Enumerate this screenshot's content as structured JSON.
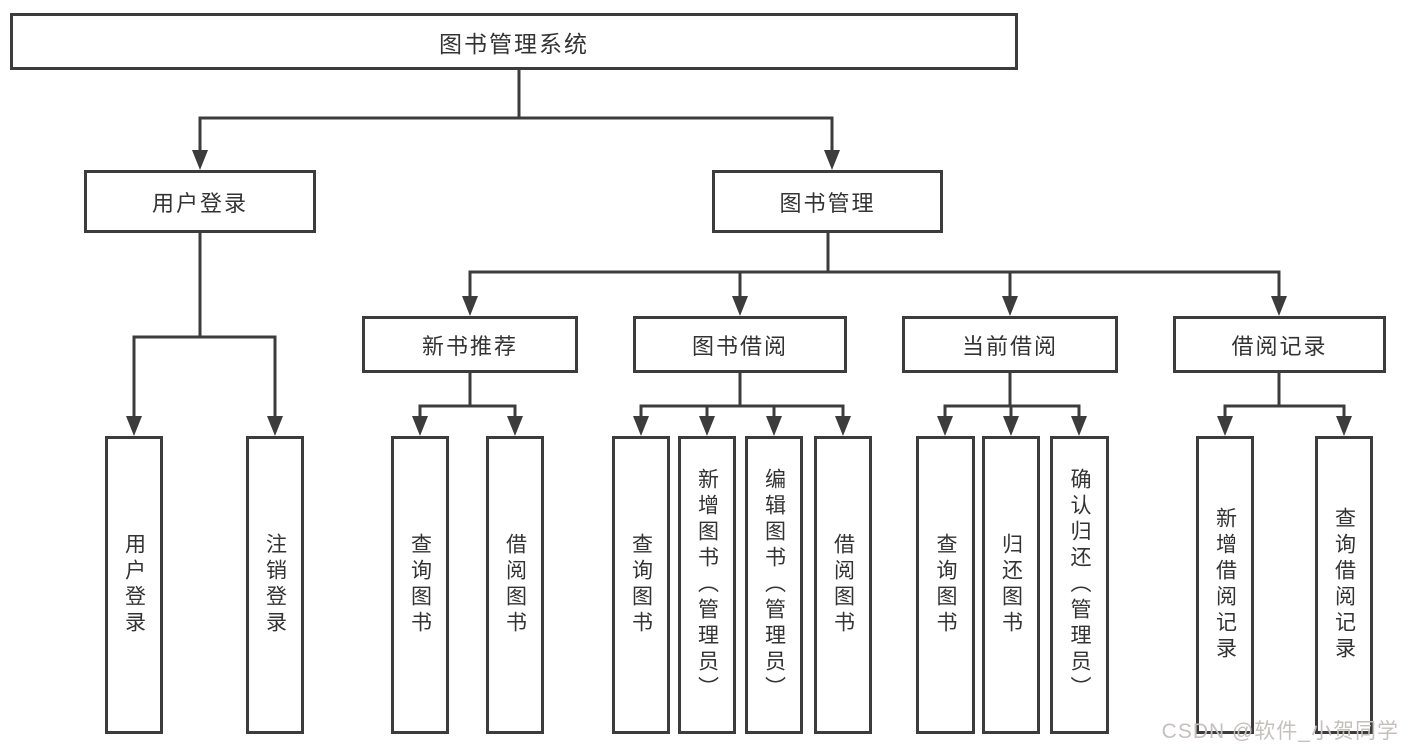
{
  "title": "图书管理系统",
  "colors": {
    "line": "#3c3c3c",
    "border": "#3c3c3c",
    "text": "#333333",
    "background": "#ffffff",
    "watermark": "#c6bfbf"
  },
  "watermark": {
    "text": "CSDN @软件_小贺同学"
  },
  "tree": {
    "label": "图书管理系统",
    "children": [
      {
        "label": "用户登录",
        "children": [
          {
            "label": "用户登录"
          },
          {
            "label": "注销登录"
          }
        ]
      },
      {
        "label": "图书管理",
        "children": [
          {
            "label": "新书推荐",
            "children": [
              {
                "label": "查询图书"
              },
              {
                "label": "借阅图书"
              }
            ]
          },
          {
            "label": "图书借阅",
            "children": [
              {
                "label": "查询图书"
              },
              {
                "label": "新增图书（管理员）"
              },
              {
                "label": "编辑图书（管理员）"
              },
              {
                "label": "借阅图书"
              }
            ]
          },
          {
            "label": "当前借阅",
            "children": [
              {
                "label": "查询图书"
              },
              {
                "label": "归还图书"
              },
              {
                "label": "确认归还（管理员）"
              }
            ]
          },
          {
            "label": "借阅记录",
            "children": [
              {
                "label": "新增借阅记录"
              },
              {
                "label": "查询借阅记录"
              }
            ]
          }
        ]
      }
    ]
  }
}
